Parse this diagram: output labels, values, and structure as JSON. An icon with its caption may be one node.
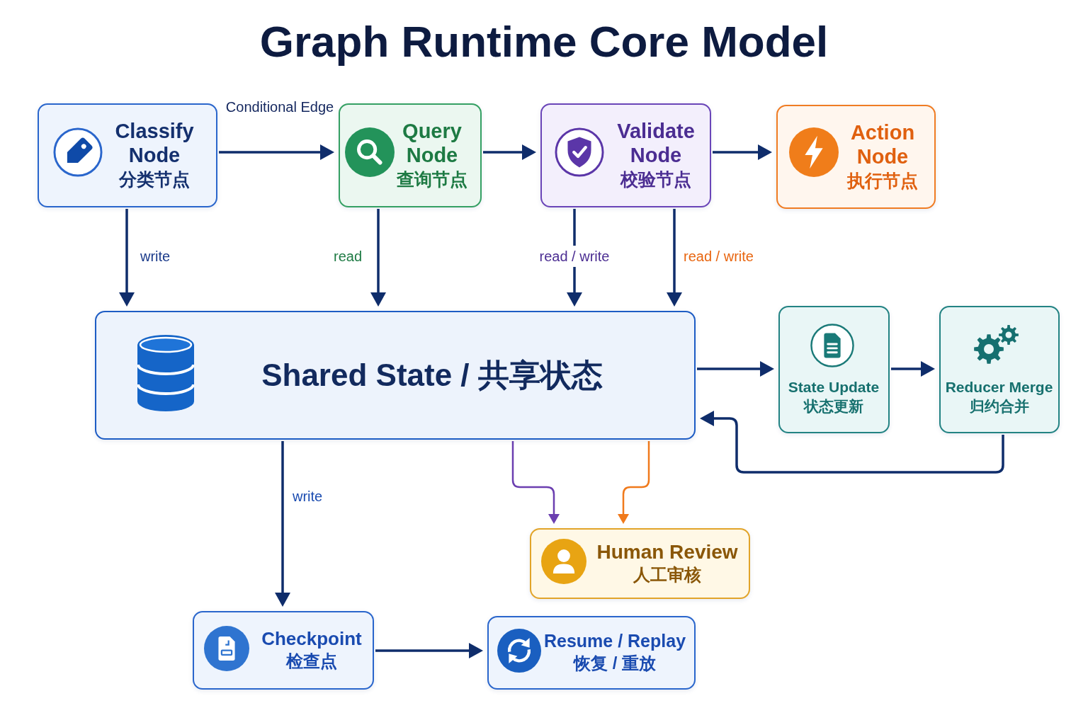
{
  "diagram": {
    "title": "Graph Runtime Core Model",
    "nodes": [
      {
        "text": [
          "Classify Node",
          "分类节点"
        ]
      },
      {
        "text": [
          "Query Node",
          "查询节点"
        ]
      },
      {
        "text": [
          "Validate Node",
          "校验节点"
        ]
      },
      {
        "text": [
          "Action Node",
          "执行节点"
        ]
      },
      {
        "text": [
          "Shared State / 共享状态"
        ]
      },
      {
        "text": [
          "State Update",
          "状态更新"
        ]
      },
      {
        "text": [
          "Reducer Merge",
          "归约合并"
        ]
      },
      {
        "text": [
          "Human Review",
          "人工审核"
        ]
      },
      {
        "text": [
          "Checkpoint",
          "检查点"
        ]
      },
      {
        "text": [
          "Resume / Replay",
          "恢复 / 重放"
        ]
      }
    ],
    "edges": [
      {
        "from": 0,
        "to": 1,
        "arrow": "to",
        "label": "Conditional Edge"
      },
      {
        "from": 1,
        "to": 2,
        "arrow": "to"
      },
      {
        "from": 2,
        "to": 3,
        "arrow": "to"
      },
      {
        "from": 0,
        "to": 4,
        "arrow": "to",
        "label": "write"
      },
      {
        "from": 1,
        "to": 4,
        "arrow": "to",
        "label": "read"
      },
      {
        "from": 2,
        "to": 4,
        "arrow": "to",
        "label": "read / write"
      },
      {
        "from": 2,
        "to": 4,
        "arrow": "to",
        "label": "read / write"
      },
      {
        "from": 4,
        "to": 5,
        "arrow": "to"
      },
      {
        "from": 5,
        "to": 6,
        "arrow": "to"
      },
      {
        "from": 6,
        "to": 4,
        "arrow": "to"
      },
      {
        "from": 4,
        "to": 7,
        "arrow": "to",
        "color": "#6b3fb0"
      },
      {
        "from": 4,
        "to": 7,
        "arrow": "to",
        "color": "#f07a1c"
      },
      {
        "from": 4,
        "to": 8,
        "arrow": "to",
        "label": "write"
      },
      {
        "from": 8,
        "to": 9,
        "arrow": "to"
      }
    ]
  }
}
